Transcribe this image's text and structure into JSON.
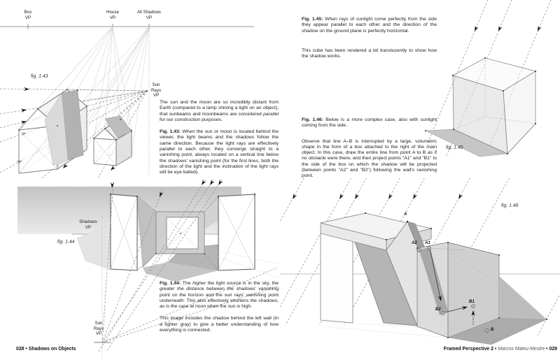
{
  "footers": {
    "left": {
      "page": "028",
      "sep": " • ",
      "section": "Shadows on Objects"
    },
    "right": {
      "book_title": "Framed Perspective 2",
      "sep1": " • ",
      "author": "Marcos Mateu-Mestre",
      "sep2": " • ",
      "page": "029"
    }
  },
  "colors": {
    "paper": "#ffffff",
    "construction_line": "#c9c9c9",
    "object_edge": "#666666",
    "shadow_dark": "#b5b5b5",
    "shadow_light": "#e2e2e2",
    "sky_band_top": "#c3c3c3",
    "sky_band_bottom": "#ebebeb",
    "ray_dash": "#8f8f8f",
    "arrow": "#111111"
  },
  "fig143": {
    "fig_label": "fig. 1.43",
    "vp_labels": {
      "box": "Box\nVP",
      "house": "House\nVP",
      "all_shadows": "All Shadows\nVP",
      "sun_rays": "Sun\nRays\nVP"
    },
    "intro": [
      {
        "t": "The sun and the moon are so incredibly distant from Earth (compared to a lamp shining a light on an object), that sunbeams and moonbeams are considered "
      },
      {
        "t": "parallel",
        "i": true
      },
      {
        "t": " for our construction purposes."
      }
    ],
    "caption": [
      {
        "t": "Fig. 1.43:",
        "b": true
      },
      {
        "t": " When the sun or moon is located behind the viewer, the light beams and the shadows follow the same direction. Because the light rays are effectively parallel to each other, they converge straight to a vanishing point, always located on a vertical line below the shadows' vanishing point (for the first lines, both the direction of the light and the inclination of the light rays will be eye balled)."
      }
    ]
  },
  "fig144": {
    "fig_label": "fig. 1.44",
    "vp_labels": {
      "shadows": "Shadows\nVP",
      "sun_rays": "Sun\nRays\nVP"
    },
    "caption": [
      {
        "t": "Fig. 1.44:",
        "b": true
      },
      {
        "t": " The "
      },
      {
        "t": "higher",
        "i": true
      },
      {
        "t": " the light source is in the sky, the "
      },
      {
        "t": "greater the distance",
        "i": true
      },
      {
        "t": " between the shadows' vanishing point on the horizon and the sun rays' vanishing point underneath. This also effectively shortens the shadows, as is the case at noon when the sun is high."
      }
    ],
    "note": [
      {
        "t": "This image includes the shadow behind the left wall (in a lighter gray) to give a better understanding of how everything is connected."
      }
    ]
  },
  "fig145": {
    "fig_label": "fig. 1.45",
    "caption": [
      {
        "t": "Fig. 1.45:",
        "b": true
      },
      {
        "t": " When rays of sunlight come perfectly from the side they appear parallel to each other and the direction of the shadow on the ground plane is perfectly horizontal."
      }
    ],
    "note": [
      {
        "t": "This cube has been rendered a bit translucently to show how the shadow works."
      }
    ]
  },
  "fig146": {
    "fig_label": "fig. 1.46",
    "point_labels": {
      "a": "A",
      "a1": "A1",
      "a2": "A2",
      "b1": "B1",
      "b2": "B2",
      "b": "B"
    },
    "caption": [
      {
        "t": "Fig. 1.46:",
        "b": true
      },
      {
        "t": " Below is a more complex case, also with sunlight coming from the side."
      }
    ],
    "body": [
      {
        "t": "Observe that line A–B is interrupted by a large, volumetric shape in the form of a box attached to the right of the main object. In this case, draw the entire line from point A to B as if no obstacle were there, and then project points \"A1\" and \"B1\" to the side of the box on which the shadow will be projected (between points \"A2\" and \"B2\") following the wall's vanishing point."
      }
    ]
  }
}
